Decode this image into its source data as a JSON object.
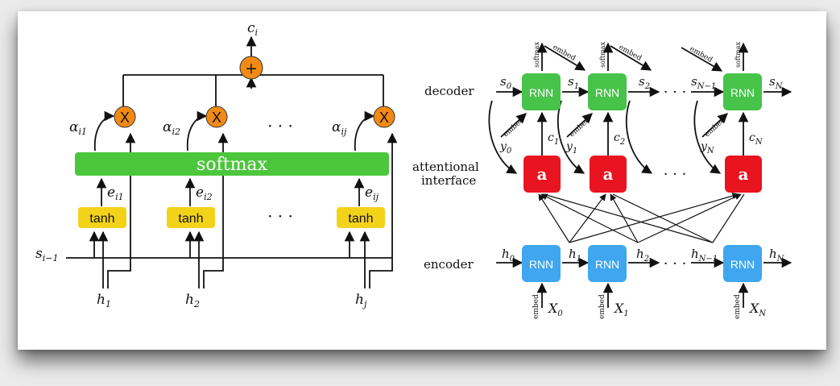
{
  "left_diagram": {
    "output": {
      "base": "c",
      "sub": "i"
    },
    "plus": "+",
    "multiply": "X",
    "softmax": "softmax",
    "tanh": "tanh",
    "ellipsis": "· · ·",
    "alphas": [
      {
        "base": "α",
        "sub": "i1"
      },
      {
        "base": "α",
        "sub": "i2"
      },
      {
        "base": "α",
        "sub": "ij"
      }
    ],
    "energies": [
      {
        "base": "e",
        "sub": "i1"
      },
      {
        "base": "e",
        "sub": "i2"
      },
      {
        "base": "e",
        "sub": "ij"
      }
    ],
    "prev_state": {
      "base": "s",
      "sub": "i−1"
    },
    "hiddens": [
      {
        "base": "h",
        "sub": "1"
      },
      {
        "base": "h",
        "sub": "2"
      },
      {
        "base": "h",
        "sub": "j"
      }
    ]
  },
  "right_diagram": {
    "row_labels": {
      "decoder": "decoder",
      "attention_line1": "attentional",
      "attention_line2": "interface",
      "encoder": "encoder"
    },
    "rnn": "RNN",
    "attn": "a",
    "ellipsis": "· · ·",
    "softmax": "softmax",
    "embed": "embed",
    "decoder_states": [
      {
        "base": "s",
        "sub": "0"
      },
      {
        "base": "s",
        "sub": "1"
      },
      {
        "base": "s",
        "sub": "2"
      },
      {
        "base": "s",
        "sub": "N−1"
      },
      {
        "base": "s",
        "sub": "N"
      }
    ],
    "contexts": [
      {
        "base": "c",
        "sub": "1"
      },
      {
        "base": "c",
        "sub": "2"
      },
      {
        "base": "c",
        "sub": "N"
      }
    ],
    "outputs": [
      {
        "base": "y",
        "sub": "0"
      },
      {
        "base": "y",
        "sub": "1"
      },
      {
        "base": "y",
        "sub": "N"
      }
    ],
    "encoder_states": [
      {
        "base": "h",
        "sub": "0"
      },
      {
        "base": "h",
        "sub": "1"
      },
      {
        "base": "h",
        "sub": "2"
      },
      {
        "base": "h",
        "sub": "N−1"
      },
      {
        "base": "h",
        "sub": "N"
      }
    ],
    "inputs": [
      {
        "base": "X",
        "sub": "0"
      },
      {
        "base": "X",
        "sub": "1"
      },
      {
        "base": "X",
        "sub": "N"
      }
    ]
  },
  "colors": {
    "softmax_green": "#4cc63c",
    "rnn_green": "#47c34a",
    "tanh_yellow": "#f3d21a",
    "op_orange": "#f28a14",
    "attn_red": "#e8141f",
    "rnn_blue": "#3fa6ef"
  }
}
